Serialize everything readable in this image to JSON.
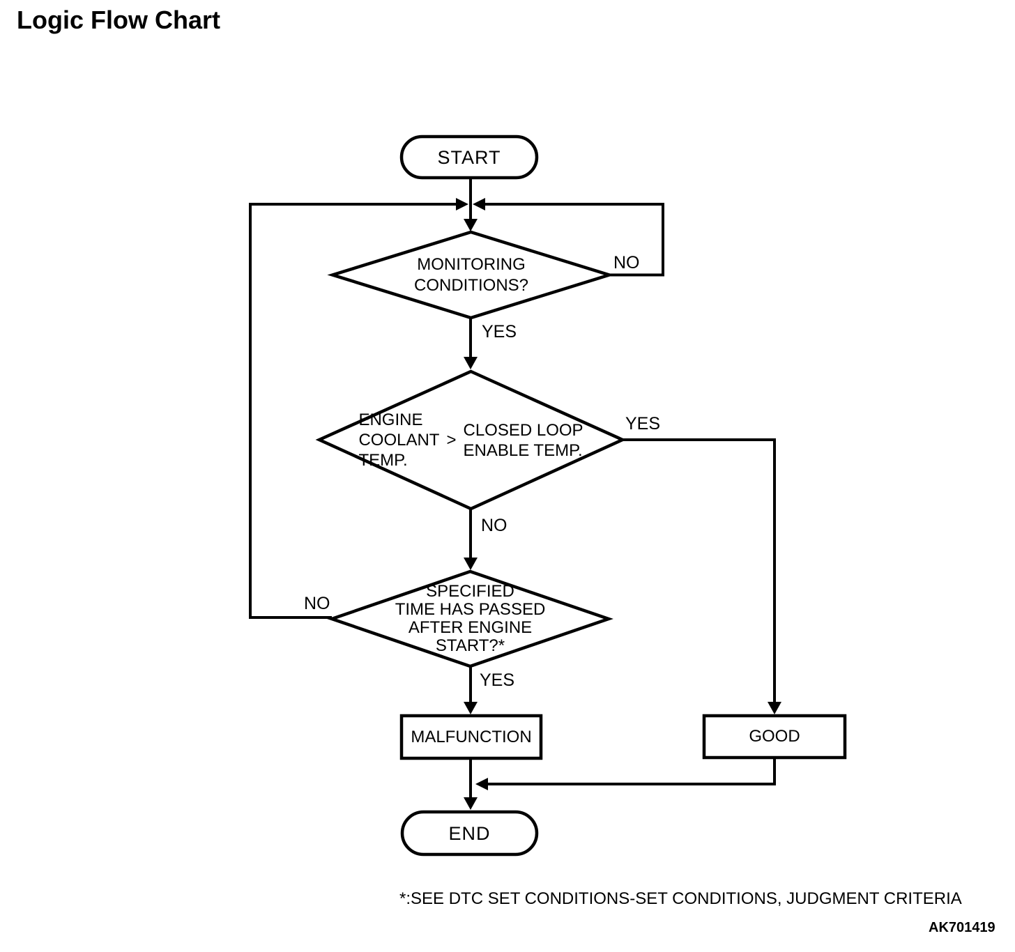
{
  "title": "Logic Flow Chart",
  "flowchart": {
    "nodes": {
      "start": {
        "type": "terminator",
        "label": "START"
      },
      "monitoring_conditions": {
        "type": "decision",
        "lines": [
          "MONITORING",
          "CONDITIONS?"
        ]
      },
      "coolant_temp": {
        "type": "decision",
        "left_lines": [
          "ENGINE",
          "COOLANT",
          "TEMP."
        ],
        "operator": ">",
        "right_lines": [
          "CLOSED LOOP",
          "ENABLE TEMP."
        ]
      },
      "specified_time": {
        "type": "decision",
        "lines": [
          "SPECIFIED",
          "TIME HAS PASSED",
          "AFTER ENGINE",
          "START?*"
        ]
      },
      "malfunction": {
        "type": "process",
        "label": "MALFUNCTION"
      },
      "good": {
        "type": "process",
        "label": "GOOD"
      },
      "end": {
        "type": "terminator",
        "label": "END"
      }
    },
    "edge_labels": {
      "monitoring_no": "NO",
      "monitoring_yes": "YES",
      "coolant_yes": "YES",
      "coolant_no": "NO",
      "time_no": "NO",
      "time_yes": "YES"
    }
  },
  "footnote": "*:SEE DTC SET CONDITIONS-SET CONDITIONS, JUDGMENT CRITERIA",
  "figure_code": "AK701419",
  "colors": {
    "line": "#000000",
    "background": "#ffffff"
  }
}
